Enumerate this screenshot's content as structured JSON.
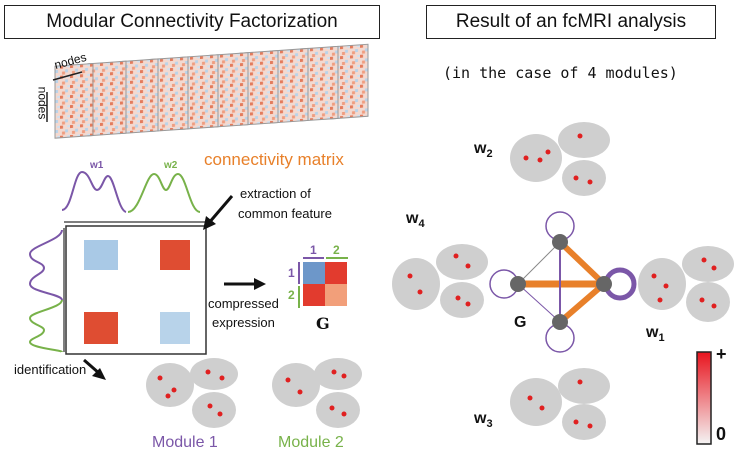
{
  "left_title": "Modular Connectivity Factorization",
  "right_title": "Result of an fcMRI analysis",
  "subtitle": "(in the case of 4 modules)",
  "labels": {
    "nodes_x": "nodes",
    "nodes_y": "nodes",
    "connectivity_matrix": "connectivity matrix",
    "w1_small": "w1",
    "w2_small": "w2",
    "extraction_line1": "extraction of",
    "extraction_line2": "common feature",
    "compressed_line1": "compressed",
    "compressed_line2": "expression",
    "G_left": "G",
    "idx1": "1",
    "idx2": "2",
    "identification": "identification",
    "module1": "Module 1",
    "module2": "Module 2",
    "w1": "w",
    "w1_sub": "1",
    "w2": "w",
    "w2_sub": "2",
    "w3": "w",
    "w3_sub": "3",
    "w4": "w",
    "w4_sub": "4",
    "G_right": "G",
    "scale_plus": "+",
    "scale_zero": "0"
  },
  "colors": {
    "purple": "#7b57a8",
    "green": "#78b24a",
    "orange": "#e8802a",
    "red": "#d9302a",
    "blue": "#8bb8dc",
    "node": "#666666"
  }
}
